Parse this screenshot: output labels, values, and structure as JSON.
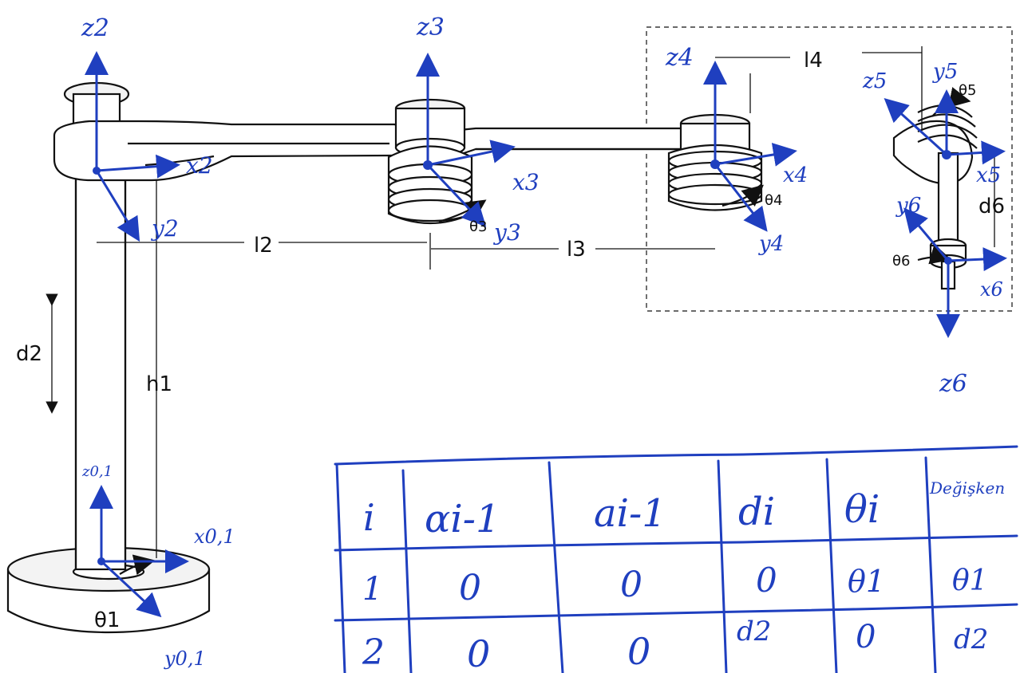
{
  "diagram": {
    "mechanism_labels": {
      "l2": "l2",
      "l3": "l3",
      "l4": "l4",
      "d2": "d2",
      "h1": "h1",
      "d6": "d6",
      "theta1": "θ1",
      "theta3": "θ3",
      "theta4": "θ4",
      "theta5": "θ5",
      "theta6": "θ6"
    },
    "frame_labels": {
      "z2": "z2",
      "x2": "x2",
      "y2": "y2",
      "z3": "z3",
      "x3": "x3",
      "y3": "y3",
      "z4": "z4",
      "x4": "x4",
      "y4": "y4",
      "z5": "z5",
      "y5": "y5",
      "x5": "x5",
      "z6": "z6",
      "x6": "x6",
      "y6": "y6",
      "z01": "z0,1",
      "x01": "x0,1",
      "y01": "y0,1"
    },
    "dh_table": {
      "headers": [
        "i",
        "αi-1",
        "ai-1",
        "di",
        "θi",
        "Değişken"
      ],
      "rows": [
        [
          "1",
          "0",
          "0",
          "0",
          "θ1",
          "θ1"
        ],
        [
          "2",
          "0",
          "0",
          "d2",
          "0",
          "d2"
        ]
      ]
    },
    "colors": {
      "ink": "#111111",
      "annotation_blue": "#1f3fbf",
      "background": "#ffffff"
    }
  }
}
